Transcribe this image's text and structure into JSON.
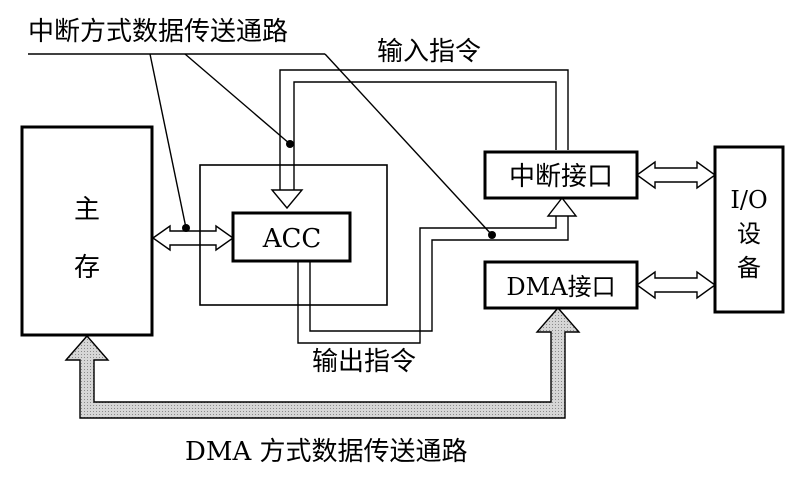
{
  "labels": {
    "interrupt_path": "中断方式数据传送通路",
    "input_instruction": "输入指令",
    "output_instruction": "输出指令",
    "dma_path": "DMA 方式数据传送通路"
  },
  "blocks": {
    "main_memory_line1": "主",
    "main_memory_line2": "存",
    "acc": "ACC",
    "interrupt_interface": "中断接口",
    "dma_interface": "DMA接口",
    "io_device_line1": "I/O",
    "io_device_line2": "设",
    "io_device_line3": "备"
  },
  "colors": {
    "dma_bus_fill": "#c8c8c8"
  }
}
